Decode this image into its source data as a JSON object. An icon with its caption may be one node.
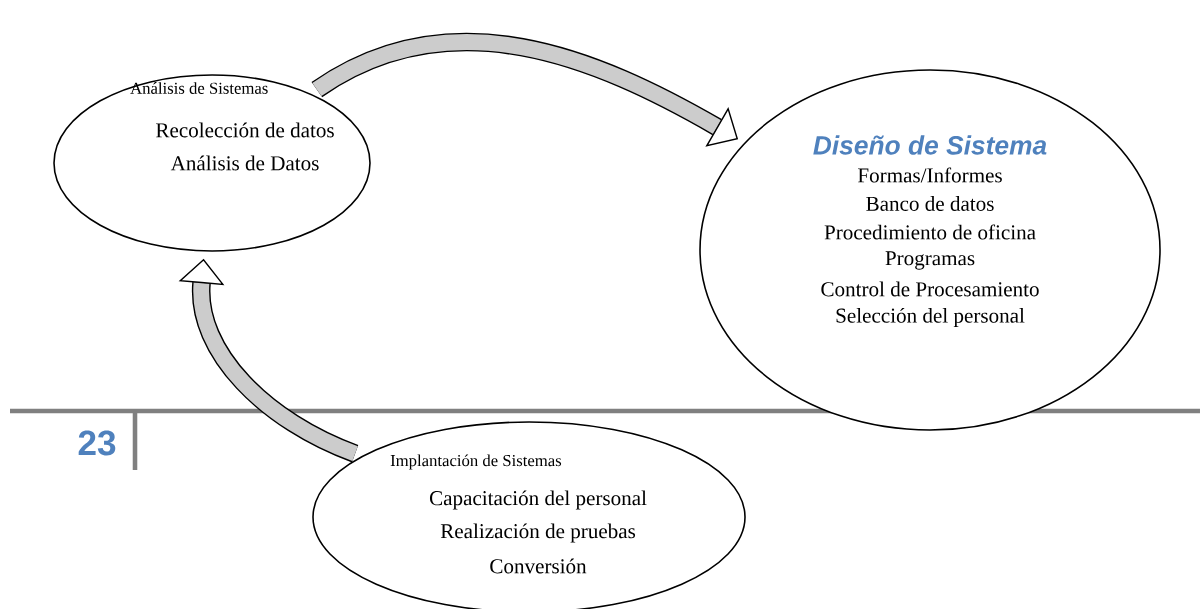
{
  "diagram": {
    "nodes": [
      {
        "text": [
          "Análisis de Sistemas",
          "Recolección de datos",
          "Análisis de Datos"
        ]
      },
      {
        "text": [
          "Diseño de Sistema",
          "Formas/Informes",
          "Banco de datos",
          "Procedimiento de oficina",
          "Programas",
          "Control de Procesamiento",
          "Selección del personal"
        ]
      },
      {
        "text": [
          "Implantación de Sistemas",
          "Capacitación del personal",
          "Realización de pruebas",
          "Conversión"
        ]
      }
    ],
    "edges": [
      {
        "from": 0,
        "to": 1,
        "arrow": "to"
      },
      {
        "from": 2,
        "to": 0,
        "arrow": "to"
      }
    ],
    "labels": [
      "23"
    ]
  }
}
